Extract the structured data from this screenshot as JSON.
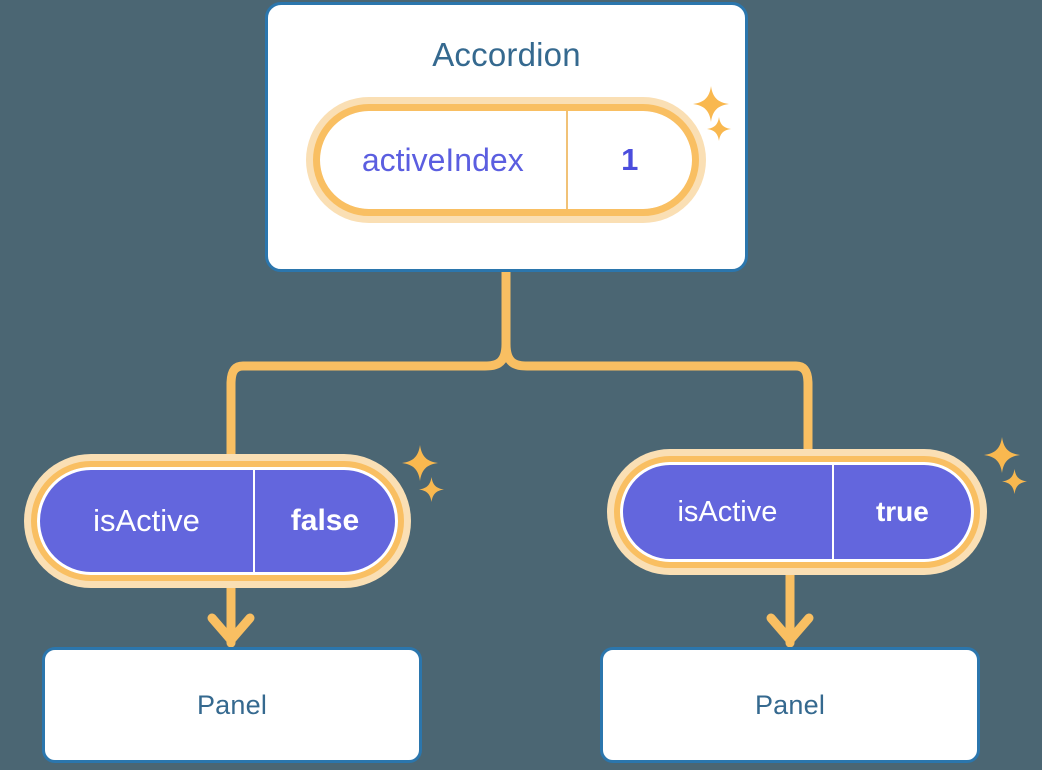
{
  "theme": {
    "background": "#4b6673",
    "card_border": "#2b76ad",
    "card_fill": "#ffffff",
    "title_text": "#35698f",
    "pill_ring_outer": "#fadfb4",
    "pill_ring_inner": "#f9bf62",
    "pill_solid_fill": "#6366dd",
    "pill_value_text": "#4b4ddd",
    "pill_key_text": "#5b5ee0",
    "connector": "#f9bf62"
  },
  "diagram": {
    "type": "component-state-tree",
    "root": {
      "title": "Accordion",
      "state": {
        "key": "activeIndex",
        "value": "1"
      }
    },
    "children": [
      {
        "state": {
          "key": "isActive",
          "value": "false"
        },
        "title": "Panel"
      },
      {
        "state": {
          "key": "isActive",
          "value": "true"
        },
        "title": "Panel"
      }
    ]
  },
  "icons": {
    "sparkle": "sparkle-icon",
    "arrow": "arrow-down-icon"
  }
}
